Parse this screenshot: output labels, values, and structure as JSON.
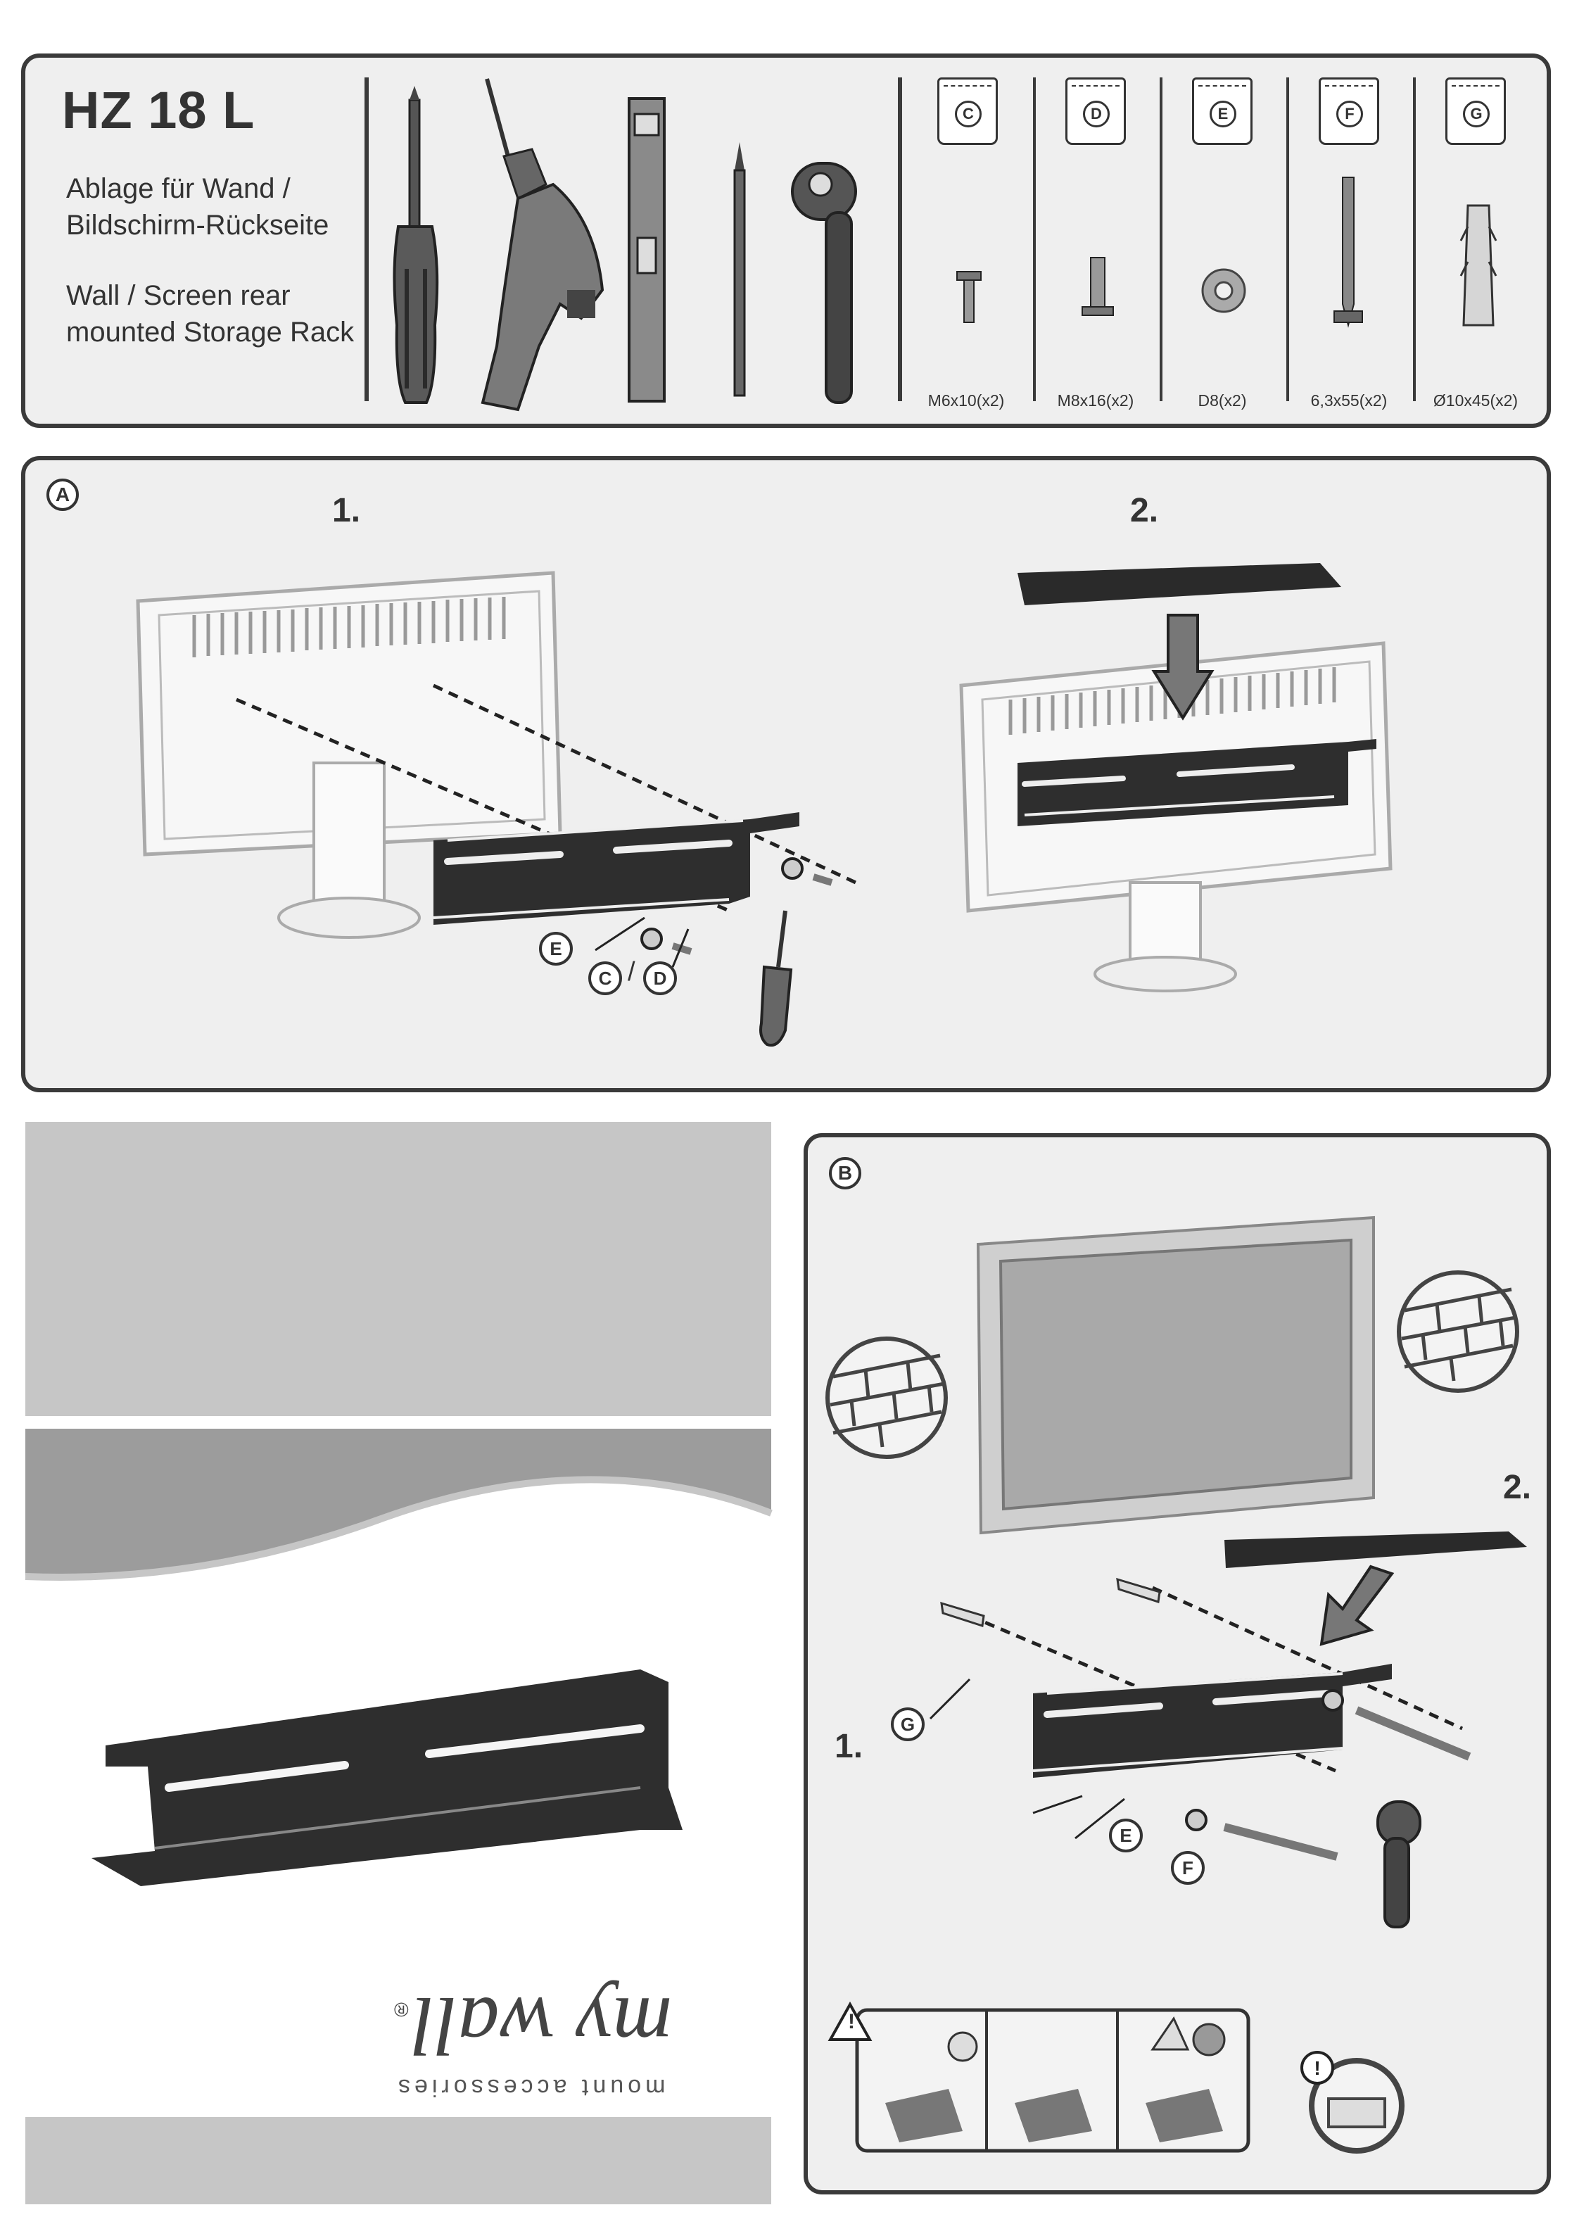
{
  "header": {
    "model": "HZ 18 L",
    "description_de": "Ablage für Wand /\nBildschirm-Rückseite",
    "description_en": "Wall / Screen rear\nmounted Storage Rack"
  },
  "tools": [
    "screwdriver-icon",
    "drill-icon",
    "spirit-level-icon",
    "pencil-icon",
    "socket-wrench-icon"
  ],
  "hardware": [
    {
      "id": "C",
      "label": "M6x10(x2)"
    },
    {
      "id": "D",
      "label": "M8x16(x2)"
    },
    {
      "id": "E",
      "label": "D8(x2)"
    },
    {
      "id": "F",
      "label": "6,3x55(x2)"
    },
    {
      "id": "G",
      "label": "Ø10x45(x2)"
    }
  ],
  "section_a": {
    "marker": "A",
    "step1": "1.",
    "step2": "2.",
    "callout_e": "E",
    "callout_c": "C",
    "callout_d": "D",
    "slash": "/"
  },
  "section_b": {
    "marker": "B",
    "step1": "1.",
    "step2": "2.",
    "callout_g": "G",
    "callout_e": "E",
    "callout_f": "F",
    "warning_mark": "!"
  },
  "brand": {
    "logo_text": "my wall",
    "registered": "®",
    "tagline": "mount accessories"
  },
  "colors": {
    "panel_bg": "#efefef",
    "border": "#3a3a3a",
    "grey_block": "#c6c6c6",
    "rack_dark": "#2e2e2e"
  }
}
